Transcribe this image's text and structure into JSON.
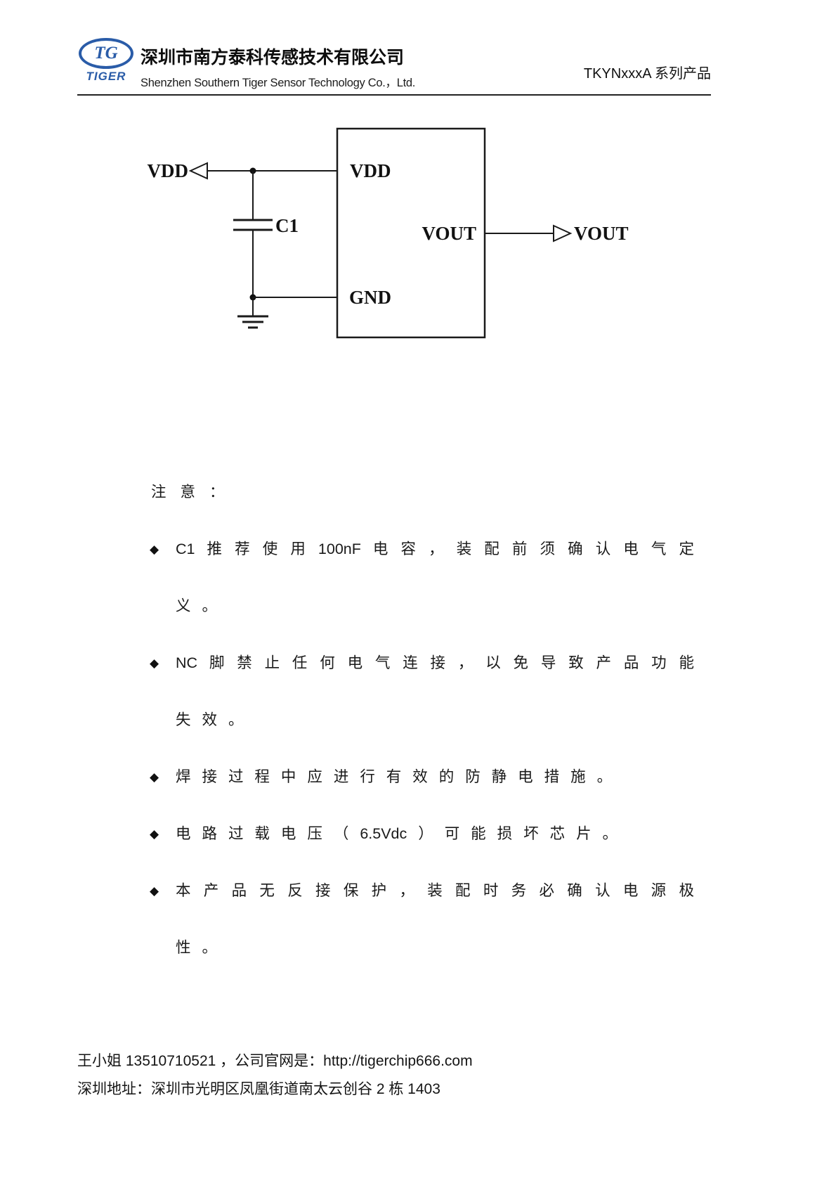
{
  "header": {
    "logo_mark": "TG",
    "logo_brand": "TIGER",
    "company_name_cn": "深圳市南方泰科传感技术有限公司",
    "company_name_en": "Shenzhen Southern Tiger Sensor Technology Co.，Ltd.",
    "product_series": "TKYNxxxA 系列产品",
    "brand_color": "#2a5ca8"
  },
  "diagram": {
    "external_vdd_label": "VDD",
    "pin_vdd_label": "VDD",
    "pin_vout_label": "VOUT",
    "pin_gnd_label": "GND",
    "external_vout_label": "VOUT",
    "capacitor_label": "C1"
  },
  "notes": {
    "title": "注 意 ：",
    "bullet": "◆",
    "items": [
      {
        "lines": [
          "C1 推 荐 使 用 100nF 电 容 ， 装 配 前 须 确 认 电 气 定",
          "义 。"
        ]
      },
      {
        "lines": [
          "NC 脚 禁 止 任 何 电 气 连 接 ， 以 免 导 致 产 品 功 能",
          "失 效 。"
        ]
      },
      {
        "lines": [
          "焊 接 过 程 中 应 进 行 有 效 的 防 静 电 措 施 。"
        ]
      },
      {
        "lines": [
          "电 路 过 载 电 压 （ 6.5Vdc ） 可 能 损 坏 芯 片 。"
        ]
      },
      {
        "lines": [
          "本 产 品 无 反 接 保 护 ， 装 配 时 务 必 确 认 电 源 极",
          "性 。"
        ]
      }
    ]
  },
  "footer": {
    "contact_prefix": "王小姐 13510710521 ，公司官网是：",
    "website": "http://tigerchip666.com",
    "address": "深圳地址：深圳市光明区凤凰街道南太云创谷 2 栋 1403"
  }
}
